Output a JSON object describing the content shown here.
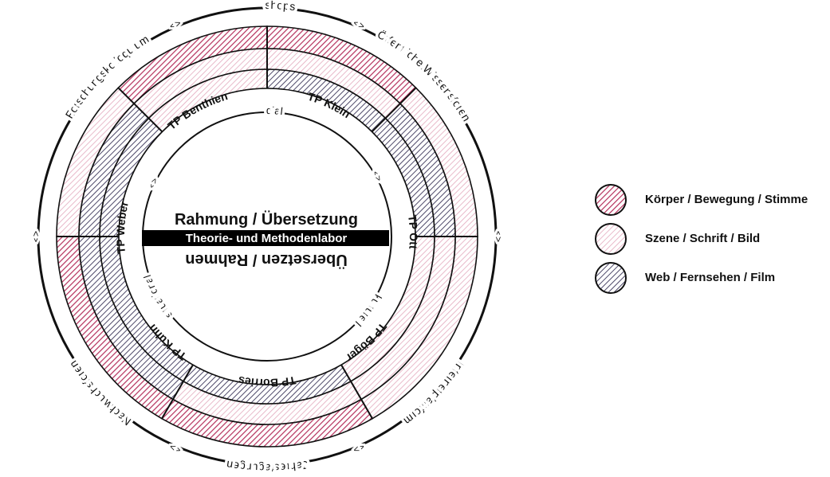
{
  "center": {
    "title_top": "Rahmung / Übersetzung",
    "band_label": "Theorie- und Methodenlabor",
    "title_bottom": "Übersetzen / Rahmen"
  },
  "inner_labels": {
    "top": "medial",
    "right": "kulturell",
    "left": "situational",
    "arrow": "<>"
  },
  "subprojects": [
    "TP Benthien",
    "TP Klein",
    "TP Ott",
    "TP Bö­ger",
    "TP Borries",
    "TP Kuhn",
    "TP Weber"
  ],
  "outer_labels": {
    "top": "Workshops",
    "top_right": "Öffentliche Wissensforen",
    "bottom_right": "Internetplattform",
    "bottom": "Jahrestagungen",
    "bottom_left": "Nachwuchsforen",
    "top_left": "Forschungskolloquium",
    "arrow": "<>"
  },
  "legend": [
    {
      "label": "Körper / Bewegung / Stimme",
      "color": "#b5305c"
    },
    {
      "label": "Szene / Schrift / Bild",
      "color": "#e8b3c6"
    },
    {
      "label": "Web / Fernsehen / Film",
      "color": "#3a3458"
    }
  ]
}
